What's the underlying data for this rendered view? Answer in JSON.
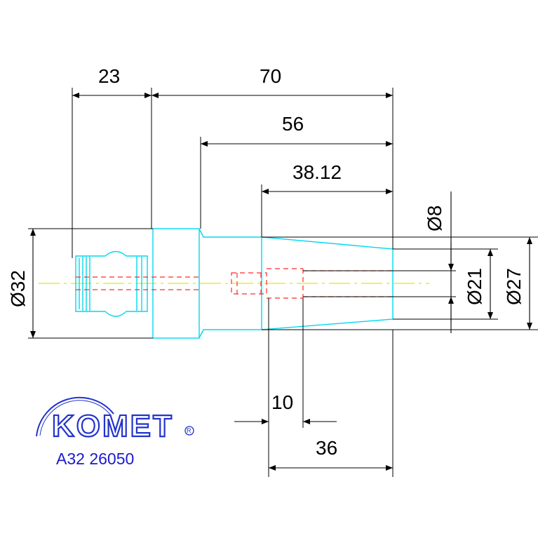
{
  "dimensions": {
    "d23": "23",
    "d70": "70",
    "d56": "56",
    "d38": "38.12",
    "d10": "10",
    "d36": "36",
    "dia32": "Ø32",
    "dia8": "Ø8",
    "dia21": "Ø21",
    "dia27": "Ø27"
  },
  "logo": {
    "brand": "KOMET",
    "registered": "R",
    "part_number": "A32 26050"
  },
  "colors": {
    "outline": "#00d8f0",
    "hidden": "#ff2a2a",
    "centerline": "#e8e800",
    "dimension": "#000000",
    "logo": "#2233cc"
  }
}
